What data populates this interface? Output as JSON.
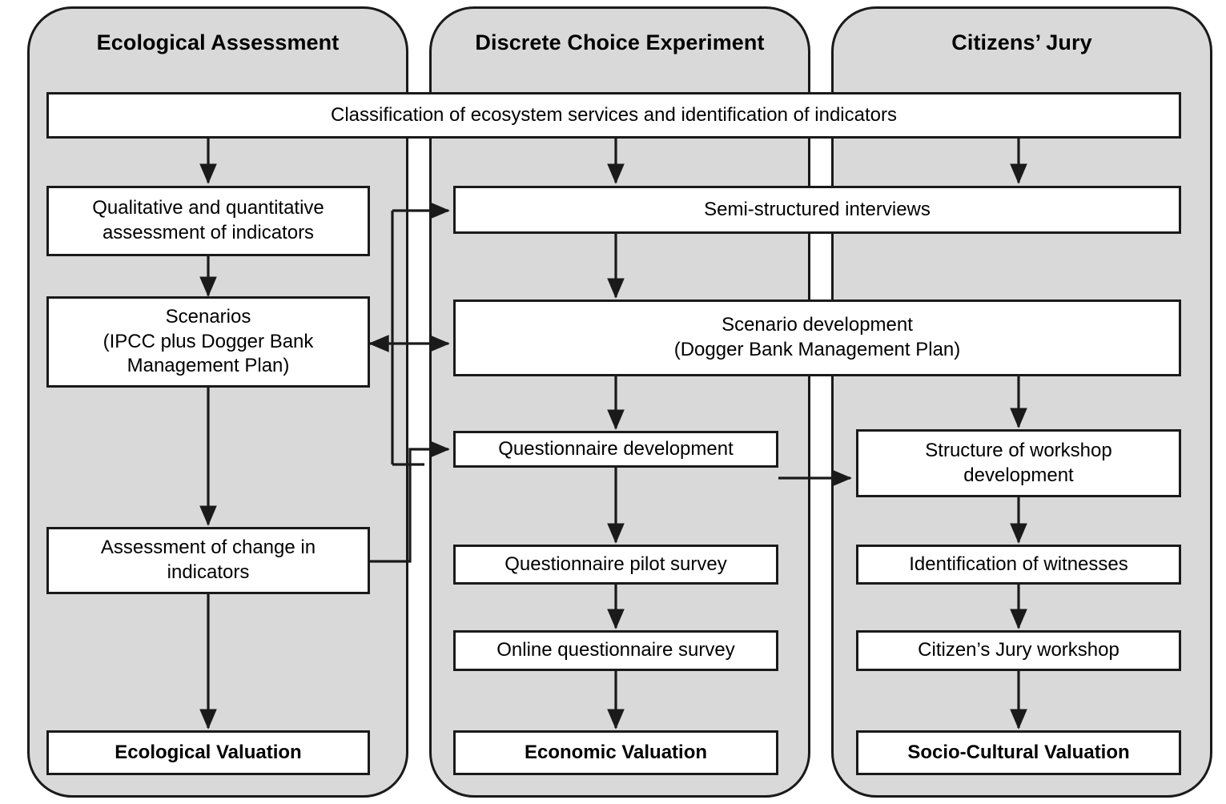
{
  "figure": {
    "type": "flowchart",
    "orientation": "three-column swimlane"
  },
  "panels": [
    {
      "id": "ecological",
      "title": "Ecological Assessment"
    },
    {
      "id": "dce",
      "title": "Discrete Choice Experiment"
    },
    {
      "id": "jury",
      "title": "Citizens’ Jury"
    }
  ],
  "nodes": {
    "classification": {
      "text": "Classification of ecosystem services and identification of indicators"
    },
    "eco1": {
      "line1": "Qualitative and quantitative",
      "line2": "assessment of indicators"
    },
    "eco2": {
      "line1": "Scenarios",
      "line2": "(IPCC plus Dogger Bank",
      "line3": "Management Plan)"
    },
    "eco3": {
      "line1": "Assessment of change in",
      "line2": "indicators"
    },
    "eco4": {
      "text": "Ecological Valuation"
    },
    "dce1": {
      "text": "Semi-structured interviews"
    },
    "dce2": {
      "line1": "Scenario development",
      "line2": "(Dogger Bank Management Plan)"
    },
    "dce3": {
      "text": "Questionnaire development"
    },
    "dce4": {
      "text": "Questionnaire pilot survey"
    },
    "dce5": {
      "text": "Online questionnaire survey"
    },
    "dce6": {
      "text": "Economic Valuation"
    },
    "cj1": {
      "line1": "Structure of workshop",
      "line2": "development"
    },
    "cj2": {
      "text": "Identification of witnesses"
    },
    "cj3": {
      "text": "Citizen’s Jury workshop"
    },
    "cj4": {
      "text": "Socio-Cultural Valuation"
    }
  },
  "colors": {
    "panel_fill": "#d9d9d9",
    "node_fill": "#ffffff",
    "stroke": "#1a1a1a",
    "page_background": "#ffffff"
  }
}
